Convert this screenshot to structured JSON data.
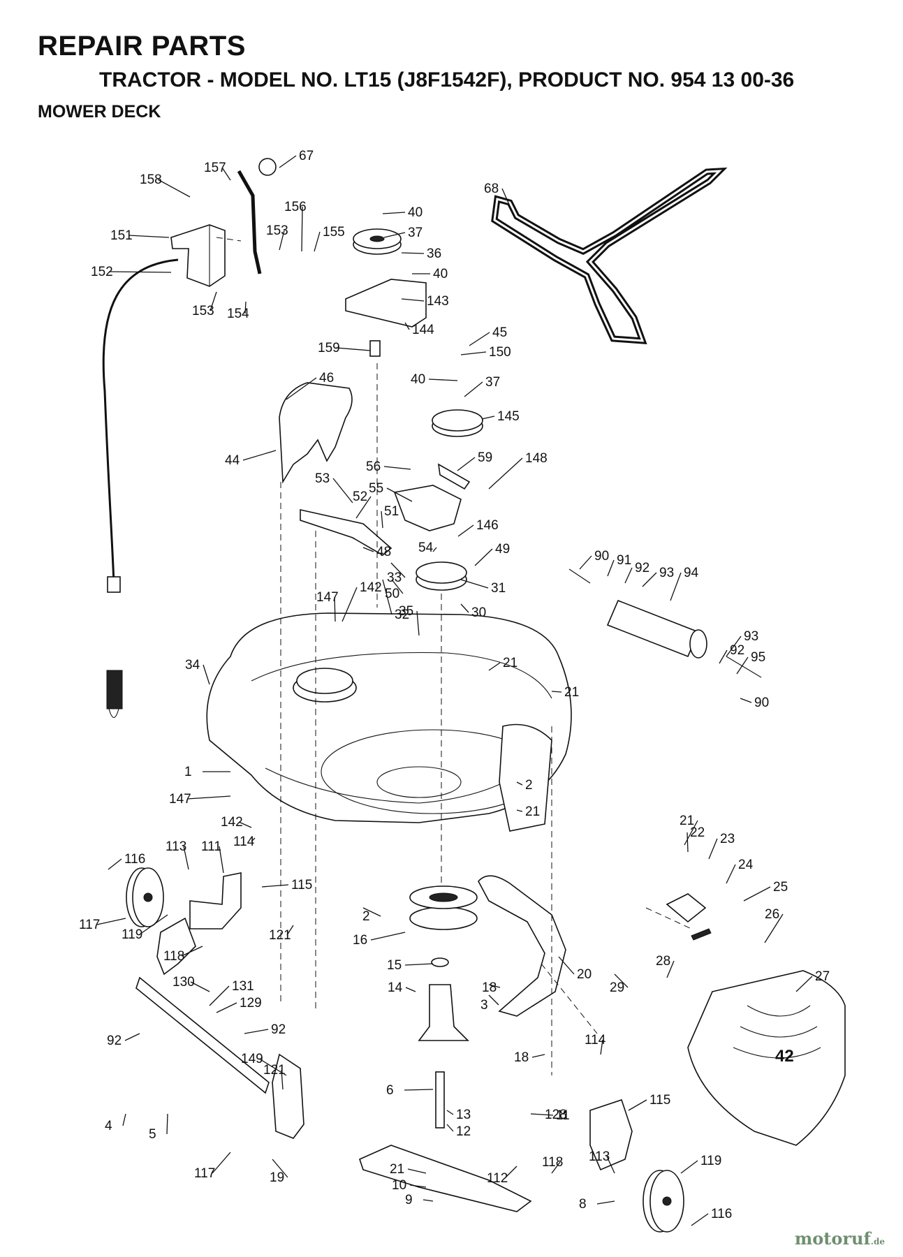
{
  "header": {
    "title": "REPAIR PARTS",
    "subtitle": "TRACTOR - MODEL NO. LT15 (J8F1542F), PRODUCT NO. 954 13 00-36",
    "section": "MOWER DECK"
  },
  "watermark": {
    "brand": "motoruf",
    "tld": ".de"
  },
  "deck_badge": "42",
  "callouts": [
    "67",
    "157",
    "158",
    "151",
    "152",
    "153",
    "156",
    "155",
    "153",
    "154",
    "40",
    "37",
    "36",
    "40",
    "143",
    "144",
    "68",
    "159",
    "45",
    "150",
    "40",
    "37",
    "145",
    "46",
    "44",
    "56",
    "59",
    "148",
    "55",
    "53",
    "52",
    "51",
    "146",
    "48",
    "54",
    "33",
    "49",
    "50",
    "32",
    "90",
    "91",
    "92",
    "93",
    "94",
    "147",
    "142",
    "31",
    "30",
    "35",
    "93",
    "92",
    "95",
    "34",
    "21",
    "21",
    "90",
    "1",
    "147",
    "2",
    "21",
    "142",
    "114",
    "116",
    "113",
    "111",
    "115",
    "21",
    "22",
    "23",
    "24",
    "25",
    "117",
    "119",
    "121",
    "2",
    "118",
    "16",
    "26",
    "15",
    "20",
    "27",
    "14",
    "28",
    "29",
    "18",
    "130",
    "131",
    "129",
    "92",
    "92",
    "3",
    "18",
    "114",
    "121",
    "149",
    "4",
    "5",
    "6",
    "13",
    "12",
    "128",
    "115",
    "112",
    "11",
    "118",
    "119",
    "117",
    "19",
    "21",
    "10",
    "9",
    "8",
    "113",
    "116"
  ]
}
